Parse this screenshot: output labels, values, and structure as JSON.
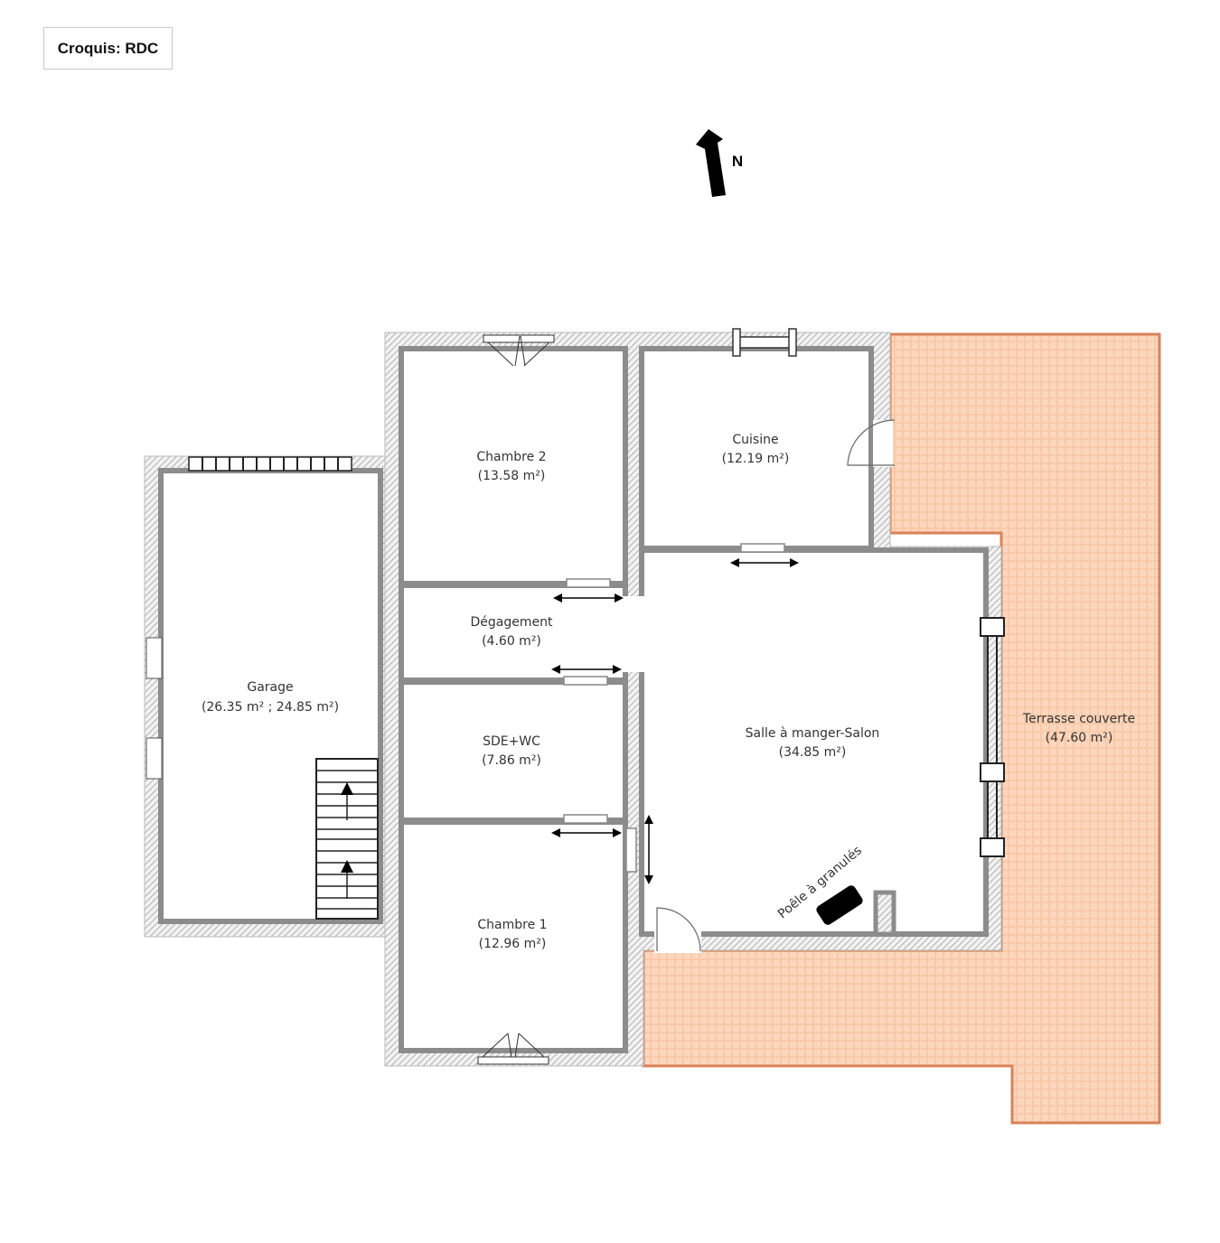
{
  "title": "Croquis:  RDC",
  "north_label": "N",
  "rooms": [
    {
      "name": "Garage",
      "area": "(26.35 m² ; 24.85 m²)"
    },
    {
      "name": "Chambre 2",
      "area": "(13.58 m²)"
    },
    {
      "name": "Cuisine",
      "area": "(12.19 m²)"
    },
    {
      "name": "Dégagement",
      "area": "(4.60 m²)"
    },
    {
      "name": "SDE+WC",
      "area": "(7.86 m²)"
    },
    {
      "name": "Chambre 1",
      "area": "(12.96 m²)"
    },
    {
      "name": "Salle à manger-Salon",
      "area": "(34.85 m²)"
    },
    {
      "name": "Terrasse couverte",
      "area": "(47.60 m²)"
    }
  ],
  "stove_label": "Poêle à granulés",
  "colors": {
    "wall": "#8c8c8c",
    "terrace": "#f7c7a4",
    "terrace_border": "#d9825a"
  }
}
